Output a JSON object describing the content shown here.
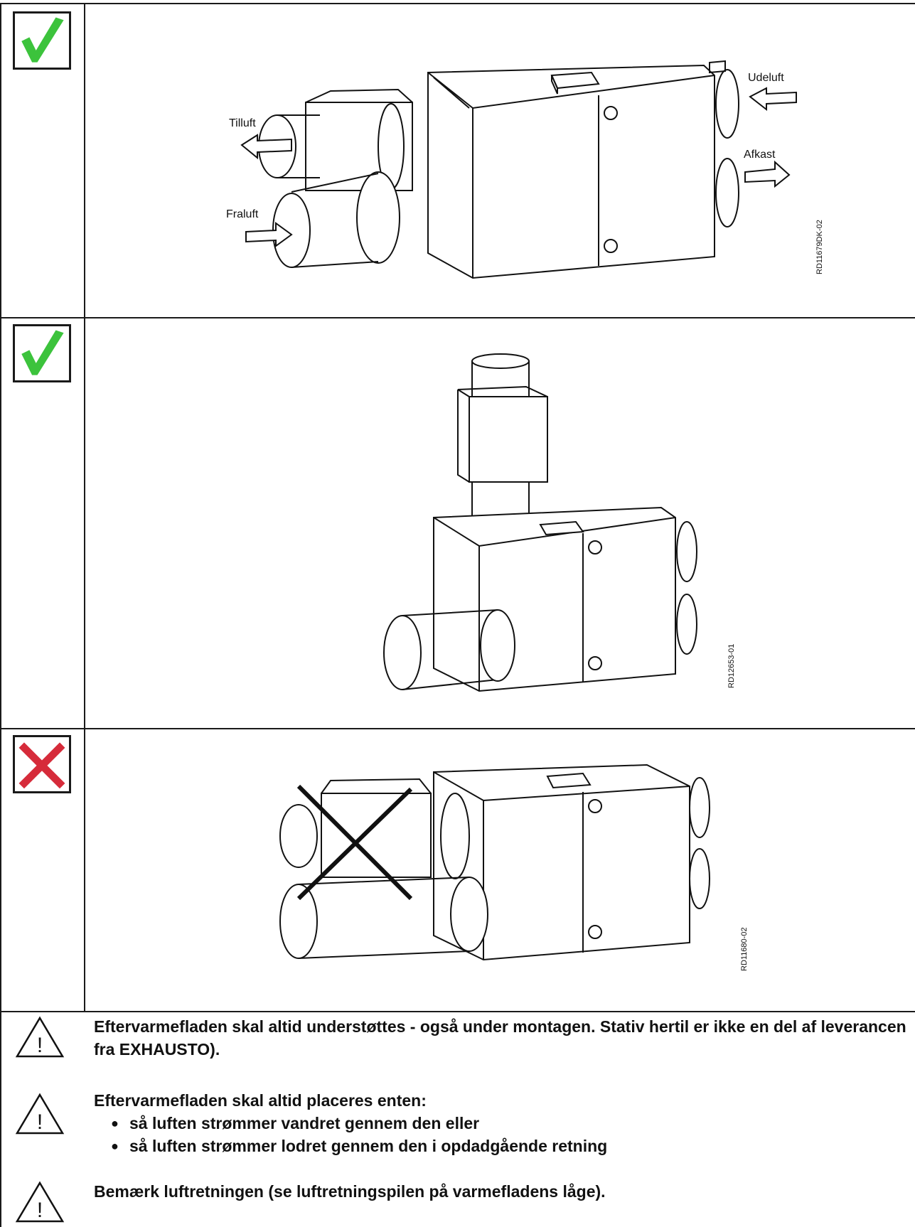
{
  "panels": [
    {
      "status": "correct",
      "status_color": "#3cc33c",
      "figure": {
        "code": "RD11679DK-02",
        "labels": {
          "tilluft": "Tilluft",
          "fraluft": "Fraluft",
          "udeluft": "Udeluft",
          "afkast": "Afkast"
        }
      }
    },
    {
      "status": "correct",
      "status_color": "#3cc33c",
      "figure": {
        "code": "RD12653-01"
      }
    },
    {
      "status": "wrong",
      "status_color": "#d62b3a",
      "figure": {
        "code": "RD11680-02"
      }
    }
  ],
  "notes": [
    {
      "icon": "warning-icon",
      "text": "Eftervarmefladen skal altid understøttes - også under montagen. Stativ hertil er ikke en del af leverancen fra EXHAUSTO)."
    },
    {
      "icon": "warning-icon",
      "text": "Eftervarmefladen skal altid placeres enten:",
      "bullets": [
        "så luften strømmer vandret gennem den eller",
        "så luften strømmer lodret gennem den i opdadgående retning"
      ]
    },
    {
      "icon": "warning-icon",
      "text": "Bemærk luftretningen (se luftretningspilen på varmefladens låge)."
    }
  ]
}
